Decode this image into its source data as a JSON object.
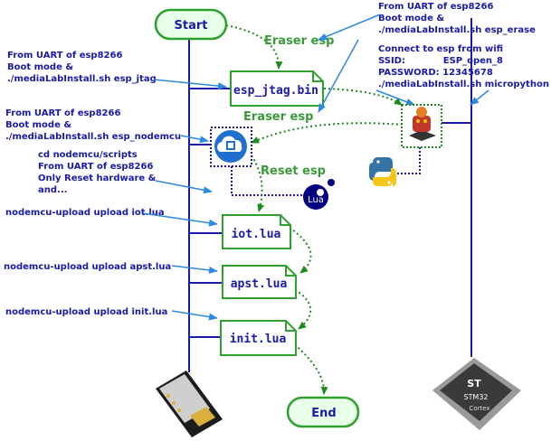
{
  "nodes": {
    "start": "Start",
    "end": "End",
    "esp_jtag": "esp_jtag.bin",
    "iot": "iot.lua",
    "apst": "apst.lua",
    "init": "init.lua"
  },
  "edges": {
    "eraser_top": "Eraser esp",
    "eraser_mid": "Eraser esp",
    "reset": "Reset esp"
  },
  "notes": {
    "erase": [
      "From UART of esp8266",
      "Boot mode &",
      "./mediaLabInstall.sh esp_erase"
    ],
    "micropython": [
      "Connect to esp from wifi",
      "SSID:            ESP_open_8",
      "PASSWORD: 12345678",
      "./mediaLabInstall.sh micropython"
    ],
    "jtag": [
      "From UART of esp8266",
      "Boot mode &",
      "./mediaLabInstall.sh esp_jtag"
    ],
    "nodemcu": [
      "From UART of esp8266",
      "Boot mode &",
      "./mediaLabInstall.sh esp_nodemcu"
    ],
    "reset": [
      "cd nodemcu/scripts",
      "From UART of esp8266",
      "Only Reset hardware &",
      "and..."
    ],
    "upload_iot": "nodemcu-upload upload iot.lua",
    "upload_apst": "nodemcu-upload upload apst.lua",
    "upload_init": "nodemcu-upload upload init.lua"
  },
  "icons": {
    "lua": "Lua",
    "stm_brand": "ST",
    "stm_model": "STM32",
    "stm_core": "Cortex"
  },
  "colors": {
    "blue_line": "#1a1aa8",
    "arrow_blue": "#2a8ae0",
    "green_path": "#1f8a1f",
    "terminal_fill": "#e8ffe8",
    "terminal_stroke": "#2ea02e",
    "doc_stroke": "#2ea02e"
  }
}
